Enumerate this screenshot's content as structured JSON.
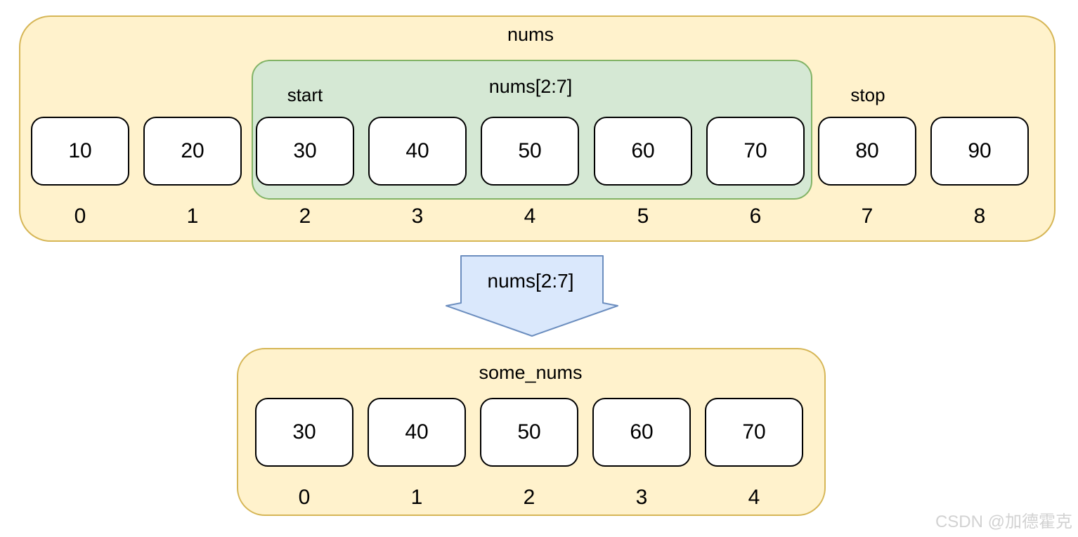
{
  "colors": {
    "container_fill": "#fff2cc",
    "container_stroke": "#d6b656",
    "slice_fill": "#d5e8d4",
    "slice_stroke": "#82b366",
    "arrow_fill": "#dae8fc",
    "arrow_stroke": "#6c8ebf",
    "cell_fill": "#ffffff",
    "cell_stroke": "#000000"
  },
  "nums_list": {
    "title": "nums",
    "slice": {
      "label": "nums[2:7]",
      "start_label": "start",
      "stop_label": "stop"
    },
    "cells": [
      {
        "value": "10",
        "index": "0"
      },
      {
        "value": "20",
        "index": "1"
      },
      {
        "value": "30",
        "index": "2"
      },
      {
        "value": "40",
        "index": "3"
      },
      {
        "value": "50",
        "index": "4"
      },
      {
        "value": "60",
        "index": "5"
      },
      {
        "value": "70",
        "index": "6"
      },
      {
        "value": "80",
        "index": "7"
      },
      {
        "value": "90",
        "index": "8"
      }
    ]
  },
  "arrow": {
    "label": "nums[2:7]"
  },
  "some_nums_list": {
    "title": "some_nums",
    "cells": [
      {
        "value": "30",
        "index": "0"
      },
      {
        "value": "40",
        "index": "1"
      },
      {
        "value": "50",
        "index": "2"
      },
      {
        "value": "60",
        "index": "3"
      },
      {
        "value": "70",
        "index": "4"
      }
    ]
  },
  "watermark": "CSDN @加德霍克"
}
